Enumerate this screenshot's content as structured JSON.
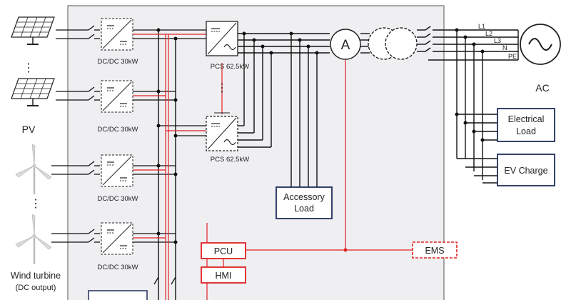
{
  "sources": {
    "pv_label": "PV",
    "wind_label": "Wind turbine",
    "wind_sub_label": "(DC output)",
    "ellipsis": "⋮"
  },
  "converters": {
    "dcdc_label": "DC/DC 30kW",
    "pcs_top_label": "PCS 62.5kW",
    "pcs_bottom_label": "PCS 62.5kW"
  },
  "ac_side": {
    "meter_label": "A",
    "grid_label": "AC",
    "line_labels": [
      "L1",
      "L2",
      "L3",
      "N",
      "PE"
    ]
  },
  "loads": {
    "accessory_line1": "Accessory",
    "accessory_line2": "Load",
    "electrical_line1": "Electrical",
    "electrical_line2": "Load",
    "ev_charge": "EV Charge"
  },
  "control": {
    "pcu": "PCU",
    "hmi": "HMI",
    "ems": "EMS"
  },
  "colors": {
    "cabinet_fill": "#efeff2",
    "line": "#111111",
    "control_red": "#e02020",
    "box_border_blue": "#1f2d5a"
  }
}
